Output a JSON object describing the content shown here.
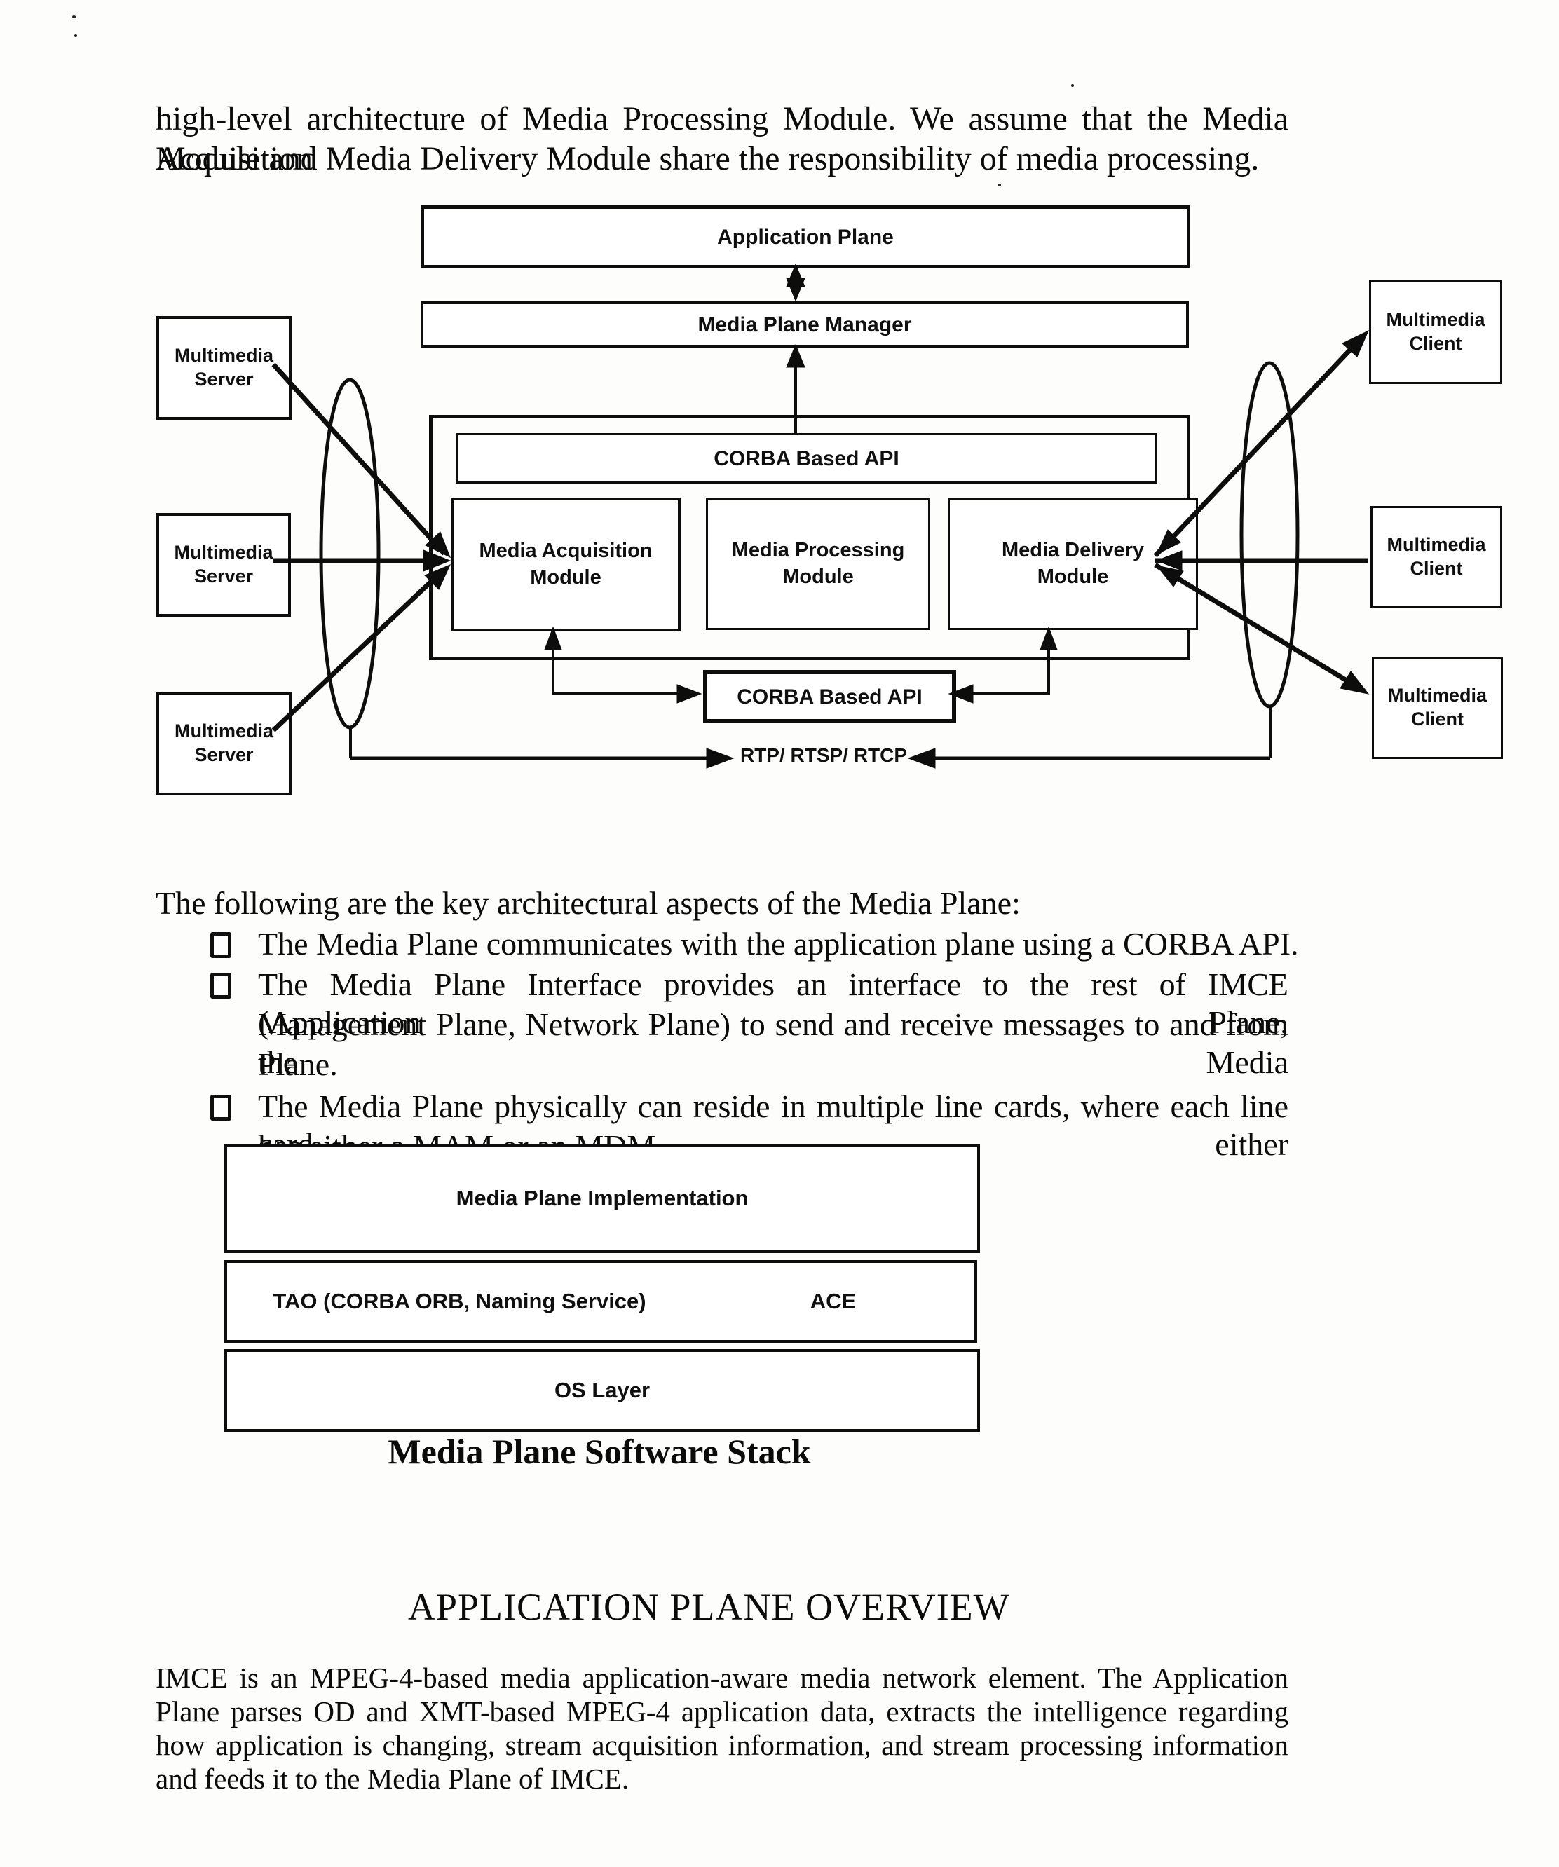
{
  "paragraph1": {
    "lines": [
      "high-level architecture of Media Processing Module. We assume that the Media Acquisition",
      "Module and Media Delivery Module share the responsibility of media processing."
    ]
  },
  "diagram": {
    "app_plane_label": "Application Plane",
    "media_plane_manager_label": "Media Plane Manager",
    "corba_api_top_label": "CORBA Based API",
    "corba_api_bottom_label": "CORBA Based API",
    "mam_label": "Media Acquisition Module",
    "mpm_label": "Media Processing Module",
    "mdm_label": "Media Delivery Module",
    "rtp_label": "RTP/ RTSP/ RTCP",
    "servers": [
      {
        "label": "Multimedia Server"
      },
      {
        "label": "Multimedia Server"
      },
      {
        "label": "Multimedia Server"
      }
    ],
    "clients": [
      {
        "label": "Multimedia Client"
      },
      {
        "label": "Multimedia Client"
      },
      {
        "label": "Multimedia Client"
      }
    ],
    "line_color": "#0d0d0d"
  },
  "bullets": {
    "intro": "The following are the key architectural aspects of the Media Plane:",
    "items": [
      {
        "lines": [
          "The Media Plane communicates with the application plane using a CORBA API."
        ]
      },
      {
        "lines": [
          "The Media Plane Interface provides an interface to the rest of IMCE (Application Plane,",
          "Management Plane, Network Plane) to send and receive messages to and from the Media",
          "Plane."
        ]
      },
      {
        "lines": [
          "The Media Plane physically can reside in multiple line cards, where each line card either",
          "has either a MAM or an MDM."
        ]
      }
    ]
  },
  "stack": {
    "implementation_label": "Media Plane Implementation",
    "tao_label": "TAO (CORBA ORB, Naming Service)",
    "ace_label": "ACE",
    "os_label": "OS Layer",
    "caption": "Media Plane Software Stack"
  },
  "heading": "APPLICATION PLANE OVERVIEW",
  "paragraph2": {
    "lines": [
      "IMCE is an MPEG-4-based media application-aware media network element. The Application",
      "Plane parses OD and XMT-based MPEG-4 application data, extracts the intelligence regarding",
      "how application is changing, stream acquisition information, and stream processing information",
      "and feeds it to the Media Plane of IMCE."
    ]
  }
}
